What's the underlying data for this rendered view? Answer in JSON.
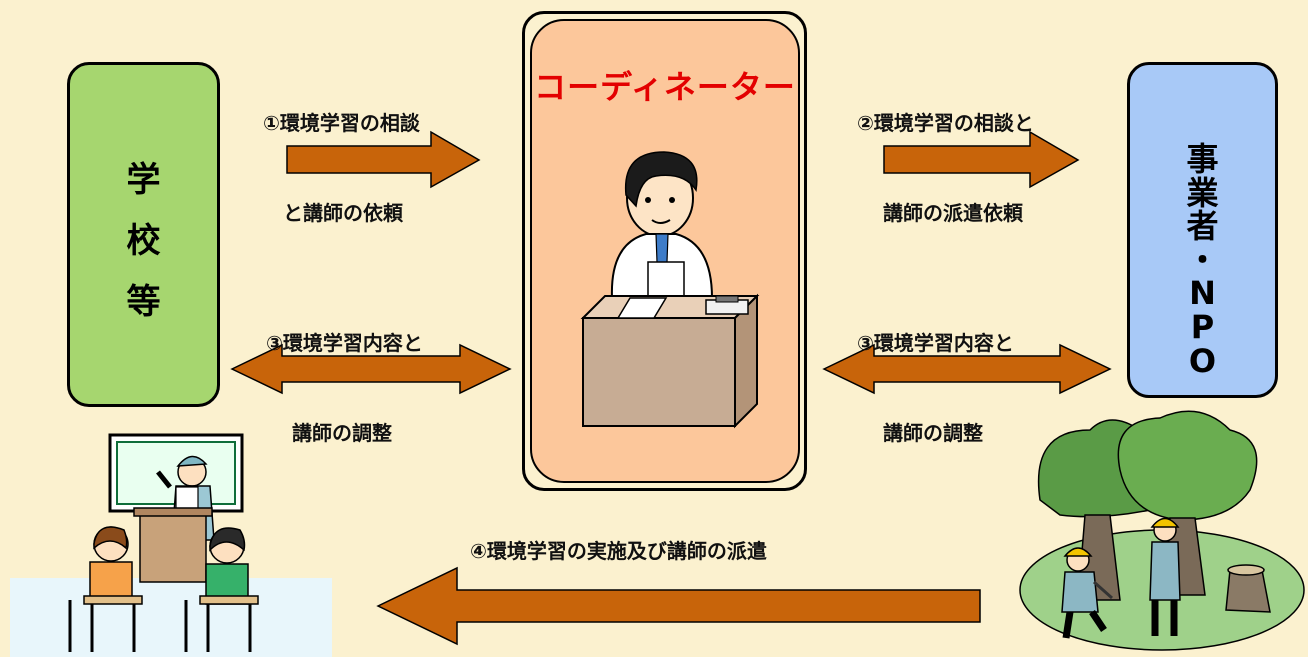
{
  "boxes": {
    "school": [
      "学",
      "校",
      "等"
    ],
    "npo": [
      "事",
      "業",
      "者",
      "・",
      "N",
      "P",
      "O"
    ],
    "coordinator": "コーディネーター"
  },
  "labels": {
    "step1_line1": "①環境学習の相談",
    "step1_line2": "と講師の依頼",
    "step2_line1": "②環境学習の相談と",
    "step2_line2": "講師の派遣依頼",
    "step3_left_line1": "③環境学習内容と",
    "step3_left_line2": "講師の調整",
    "step3_right_line1": "③環境学習内容と",
    "step3_right_line2": "講師の調整",
    "step4": "④環境学習の実施及び講師の派遣"
  },
  "colors": {
    "background": "#fbf1cf",
    "school_box": "#a6d66f",
    "npo_box": "#a8c9f7",
    "coordinator_box": "#fcc79b",
    "coordinator_title": "#e30000",
    "arrow": "#c8640a"
  }
}
